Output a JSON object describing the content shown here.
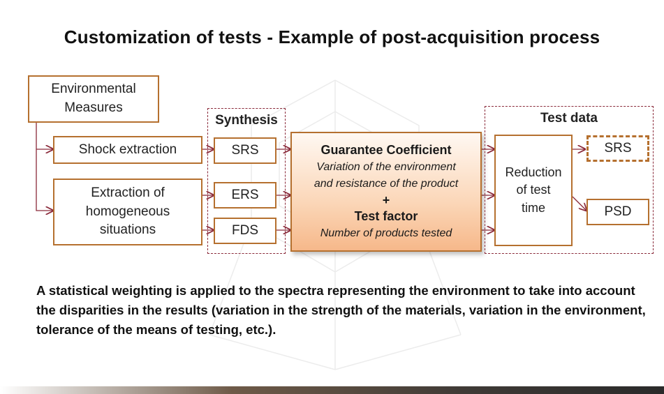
{
  "title": "Customization of tests - Example of post-acquisition process",
  "boxes": {
    "env_measures": [
      "Environmental",
      "Measures"
    ],
    "shock_extraction": "Shock extraction",
    "homogeneous": [
      "Extraction of",
      "homogeneous",
      "situations"
    ],
    "srs": "SRS",
    "ers": "ERS",
    "fds": "FDS",
    "reduction": [
      "Reduction",
      "of test",
      "time"
    ],
    "out_srs": "SRS",
    "psd": "PSD"
  },
  "groups": {
    "synthesis": "Synthesis",
    "test_data": "Test data"
  },
  "center": {
    "heading1": "Guarantee Coefficient",
    "italic1a": "Variation of the environment",
    "italic1b": "and resistance of the product",
    "plus": "+",
    "heading2": "Test factor",
    "italic2": "Number of products tested"
  },
  "body_text": "A statistical weighting is applied to the spectra representing the environment to take into account the disparities in the results (variation in the strength of the materials, variation in the environment, tolerance of the means of testing, etc.).",
  "colors": {
    "box_border": "#b5702f",
    "connector": "#8a2a3a",
    "center_fill": "#f6b88a"
  }
}
